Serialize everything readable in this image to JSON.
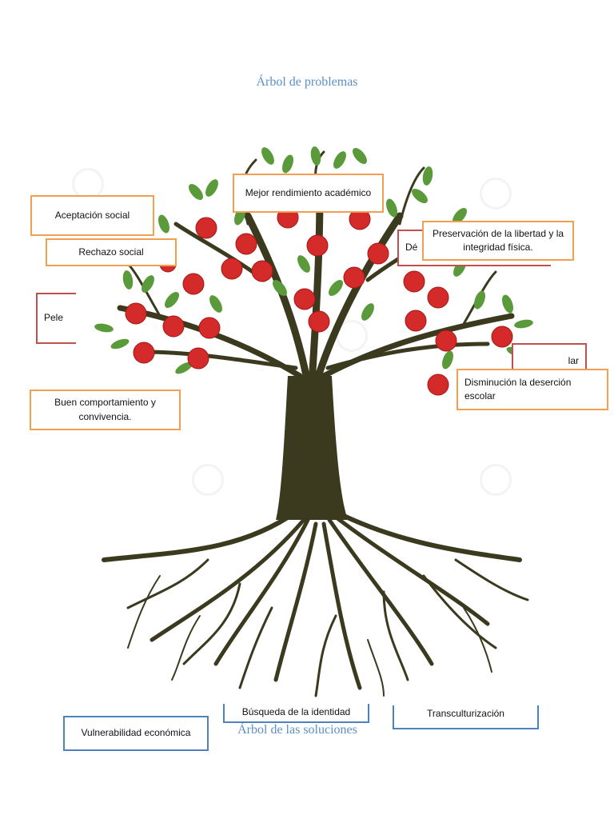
{
  "diagram": {
    "title_top": "Árbol de problemas",
    "title_bottom": "Árbol de las soluciones",
    "boxes": {
      "mejor_rendimiento": "Mejor rendimiento académico",
      "aceptacion_social": "Aceptación social",
      "rechazo_social": "Rechazo social",
      "de_partial": "Dé",
      "preservacion": "Preservación de la libertad y la integridad física.",
      "pele_partial": "Pele",
      "lar_partial": "lar",
      "disminucion": "Disminución la deserción escolar",
      "buen_comportamiento": "Buen comportamiento y convivencia.",
      "busqueda": "Búsqueda de la identidad",
      "transculturizacion": "Transculturización",
      "vulnerabilidad": "Vulnerabilidad económica"
    },
    "colors": {
      "title": "#5b8fc9",
      "orange_border": "#f0a050",
      "red_border": "#c0504d",
      "blue_border": "#4f81bd",
      "trunk": "#3b3a1f",
      "leaf": "#5a9a3a",
      "apple": "#d42a2a"
    }
  }
}
